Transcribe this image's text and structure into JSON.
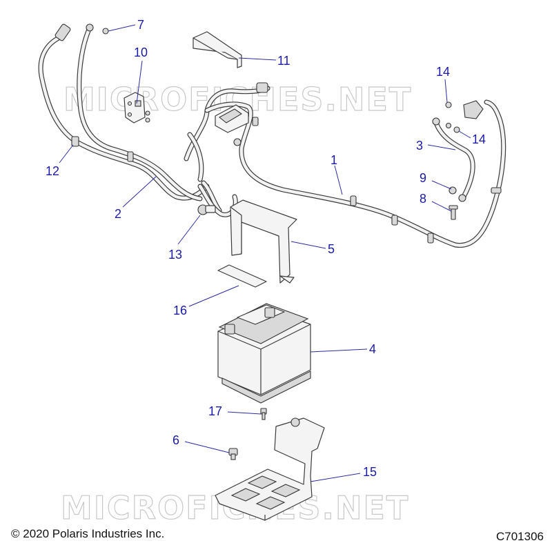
{
  "watermark": "MICROFICHES.NET",
  "footer": {
    "copyright": "© 2020 Polaris Industries Inc.",
    "drawing_number": "C701306"
  },
  "callouts": {
    "c1": "1",
    "c2": "2",
    "c3": "3",
    "c4": "4",
    "c5": "5",
    "c6": "6",
    "c7": "7",
    "c8": "8",
    "c9": "9",
    "c10": "10",
    "c11": "11",
    "c12": "12",
    "c13": "13",
    "c14a": "14",
    "c14b": "14",
    "c15": "15",
    "c16": "16",
    "c17": "17"
  },
  "colors": {
    "callout": "#1a1aa8",
    "line_art": "#3a3a3a",
    "watermark": "#c8c8c8"
  }
}
